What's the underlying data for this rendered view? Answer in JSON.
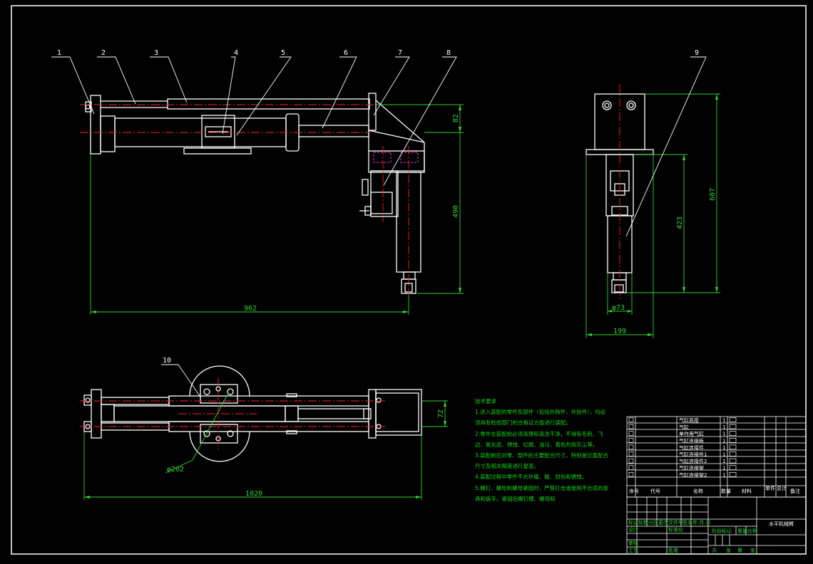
{
  "balloons": [
    "1",
    "2",
    "3",
    "4",
    "5",
    "6",
    "7",
    "8",
    "9",
    "10"
  ],
  "dimensions": {
    "front_width": "962",
    "front_height_top": "82",
    "front_height_total": "490",
    "side_height_total": "607",
    "side_height_mid": "423",
    "side_diameter": "φ73",
    "side_width": "199",
    "top_width": "1020",
    "top_height": "72",
    "top_diameter": "φ202"
  },
  "notes": {
    "title": "技术要求",
    "lines": [
      "1.进入装配的零件及部件（包括外购件，外协件），均必",
      "须具有检验部门的合格证方能进行装配。",
      "2.零件在装配前必须清理和清洗干净，不得有毛刺、飞",
      "边、氧化皮、锈蚀、切屑、油污、着色剂和灰尘等。",
      "3.装配前应对零、部件的主要配合尺寸，特别是过盈配合",
      "尺寸及相关精度进行复查。",
      "4.装配过程中零件不允许磕、碰、划伤和锈蚀。",
      "5.螺钉、螺栓和螺母紧固时，严禁打击或使用不合适的旋",
      "具和扳手。紧固后螺钉槽、螺母和"
    ]
  },
  "title_block": {
    "bom_rows": [
      {
        "name": "气缸底座",
        "qty": "1"
      },
      {
        "name": "气缸",
        "qty": "1"
      },
      {
        "name": "单作用气缸",
        "qty": "1"
      },
      {
        "name": "气缸连接板",
        "qty": "1"
      },
      {
        "name": "气缸连接件",
        "qty": "1"
      },
      {
        "name": "气缸连接件1",
        "qty": "1"
      },
      {
        "name": "气缸连接件2",
        "qty": "1"
      },
      {
        "name": "气缸连接架",
        "qty": "1"
      },
      {
        "name": "气缸连接架2",
        "qty": "1"
      }
    ],
    "bom_header": [
      "序号",
      "代号",
      "名称",
      "数量",
      "材料",
      "单件",
      "总计",
      "备注"
    ],
    "drawing_title": "水平机械臂",
    "stage_labels": [
      "阶段标记",
      "重量",
      "比例"
    ],
    "row_labels": [
      "标记",
      "处数",
      "分区",
      "更改文件号",
      "签名",
      "年.月.日",
      "设计",
      "标准化",
      "审核",
      "工艺",
      "批准"
    ],
    "sheet_labels": [
      "共",
      "张",
      "第",
      "张"
    ]
  },
  "colors": {
    "line": "#ffffff",
    "dimension": "#2ed52e",
    "centerline": "#ff2020",
    "hidden": "#e040e0",
    "background": "#000000"
  }
}
